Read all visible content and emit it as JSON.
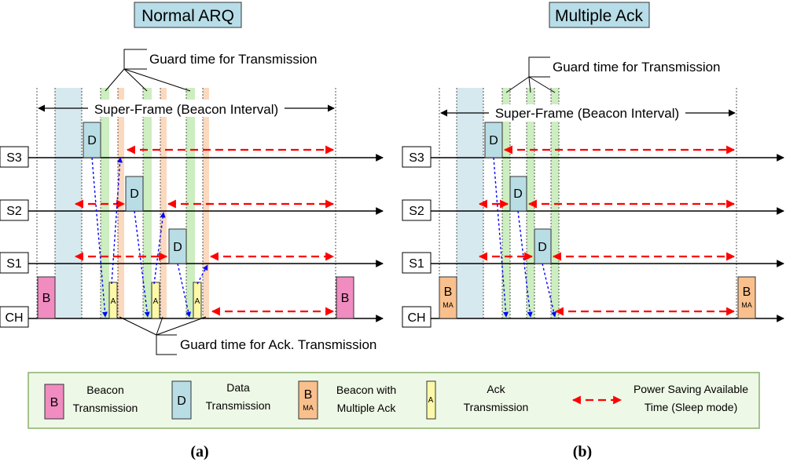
{
  "colors": {
    "title_fill": "#b7dde8",
    "beacon_fill": "#f08cc0",
    "data_fill": "#b9dde5",
    "beacon_ma_fill": "#f9c08d",
    "ack_fill": "#fdf8a8",
    "guard_tx_fill": "#cdeec0",
    "guard_ack_fill": "#fbd9bf",
    "beacon_period_fill": "#d6e9ee",
    "sleep_arrow": "#ff0000",
    "ack_arrow": "#0000ff",
    "legend_fill": "#eef8e6",
    "legend_border": "#8ab06a"
  },
  "panel_a": {
    "title": "Normal ARQ",
    "guard_tx_label": "Guard time for Transmission",
    "guard_ack_label": "Guard time for Ack. Transmission",
    "superframe_label": "Super-Frame (Beacon Interval)",
    "caption": "(a)",
    "rows": [
      "S3",
      "S2",
      "S1",
      "CH"
    ],
    "box_b": "B",
    "box_d": "D",
    "box_a": "A"
  },
  "panel_b": {
    "title": "Multiple Ack",
    "guard_tx_label": "Guard time for Transmission",
    "superframe_label": "Super-Frame (Beacon Interval)",
    "caption": "(b)",
    "rows": [
      "S3",
      "S2",
      "S1",
      "CH"
    ],
    "box_b": "B",
    "box_ma": "MA",
    "box_d": "D"
  },
  "legend": {
    "beacon_symbol": "B",
    "beacon_line1": "Beacon",
    "beacon_line2": "Transmission",
    "data_symbol": "D",
    "data_line1": "Data",
    "data_line2": "Transmission",
    "beacon_ma_symbol": "B",
    "beacon_ma_sub": "MA",
    "beacon_ma_line1": "Beacon with",
    "beacon_ma_line2": "Multiple Ack",
    "ack_symbol": "A",
    "ack_line1": "Ack",
    "ack_line2": "Transmission",
    "sleep_line1": "Power Saving Available",
    "sleep_line2": "Time (Sleep mode)"
  }
}
